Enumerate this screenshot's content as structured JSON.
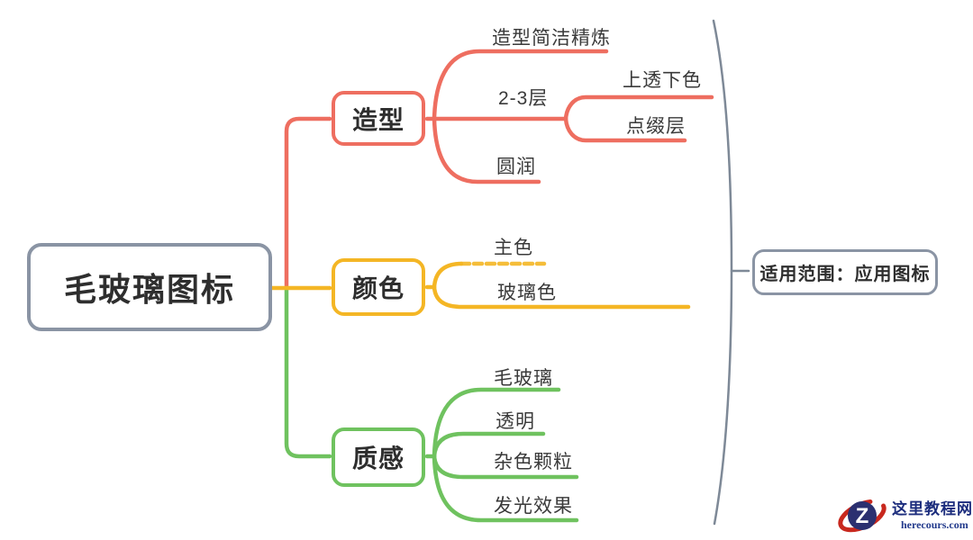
{
  "root": {
    "label": "毛玻璃图标"
  },
  "branches": [
    {
      "id": "shape",
      "label": "造型",
      "color": "#ee6e60",
      "children": [
        {
          "label": "造型简洁精炼"
        },
        {
          "label": "2-3层",
          "children": [
            {
              "label": "上透下色"
            },
            {
              "label": "点缀层"
            }
          ]
        },
        {
          "label": "圆润"
        }
      ]
    },
    {
      "id": "color",
      "label": "颜色",
      "color": "#f4b625",
      "children": [
        {
          "label": "主色"
        },
        {
          "label": "玻璃色"
        }
      ]
    },
    {
      "id": "texture",
      "label": "质感",
      "color": "#6fc25f",
      "children": [
        {
          "label": "毛玻璃"
        },
        {
          "label": "透明"
        },
        {
          "label": "杂色颗粒"
        },
        {
          "label": "发光效果"
        }
      ]
    }
  ],
  "scope_note": {
    "label": "适用范围：应用图标"
  },
  "watermark": {
    "site_name": "这里教程网",
    "site_url": "herecours.com",
    "logo_letter": "Z"
  },
  "colors": {
    "branch_shape": "#ee6e60",
    "branch_color": "#f4b625",
    "branch_texture": "#6fc25f",
    "node_border_gray": "#8a94a4",
    "brace_gray": "#7e8997",
    "logo_red": "#c8281e",
    "logo_navy": "#2b3070",
    "text_dark": "#3a3a3a"
  }
}
